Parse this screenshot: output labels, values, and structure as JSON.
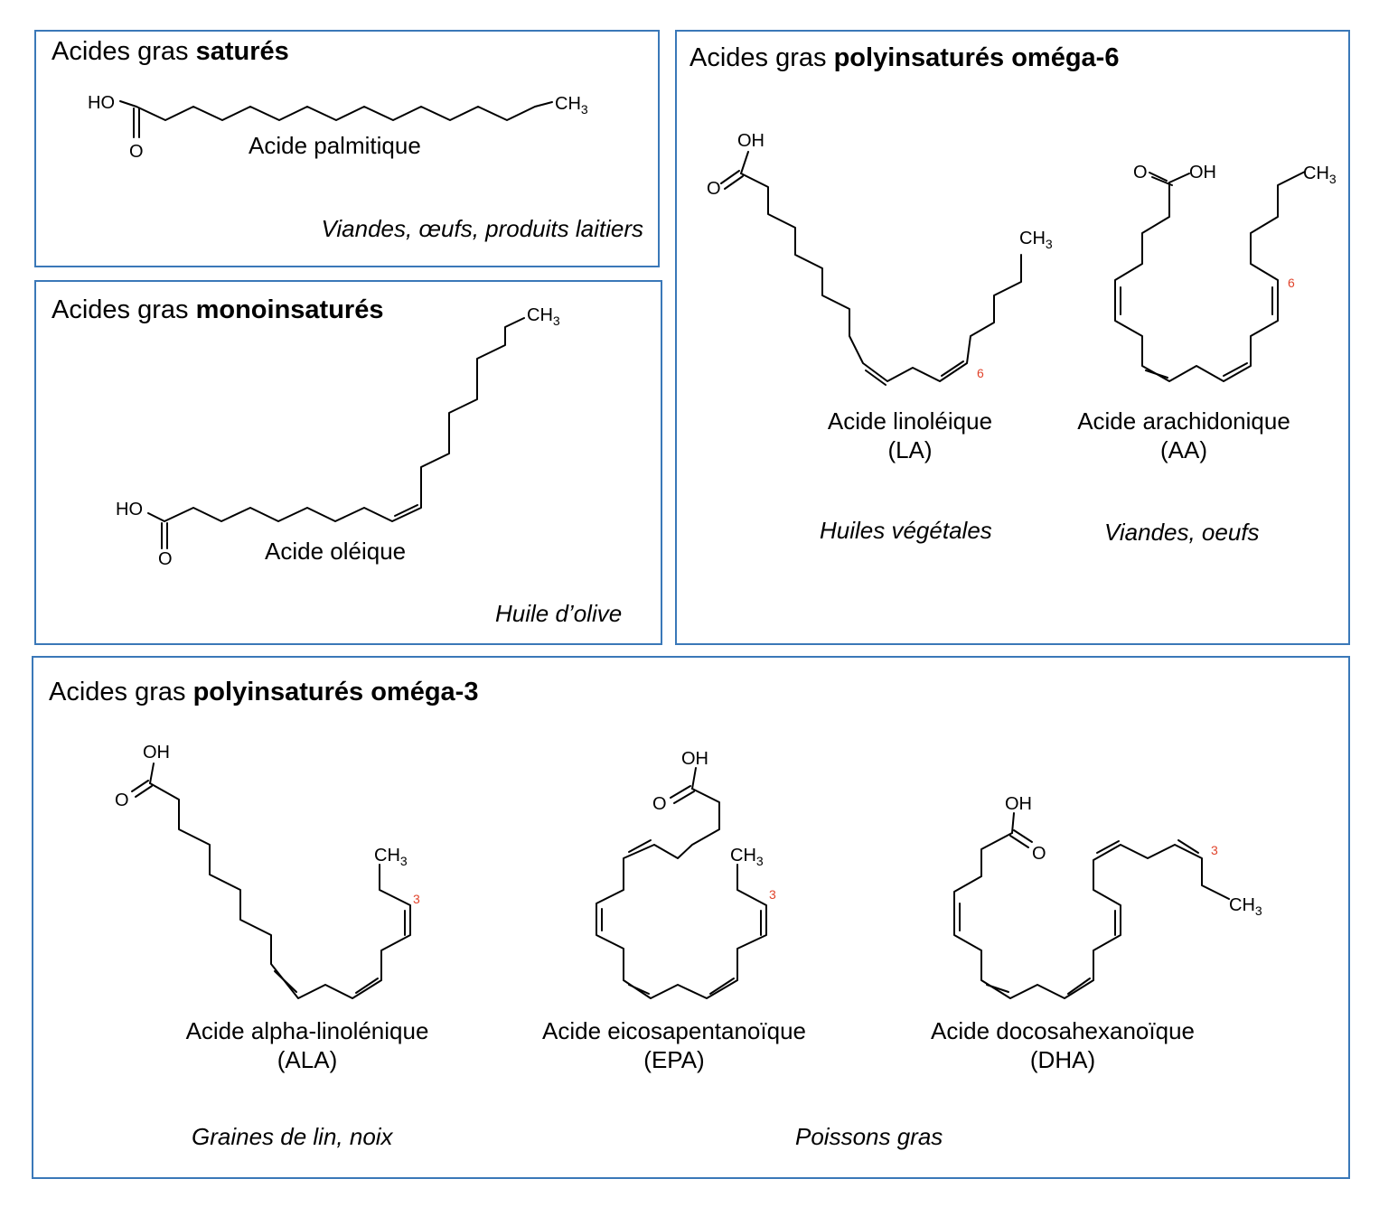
{
  "colors": {
    "panel_border": "#3a78b8",
    "omega_marker": "#e0442c"
  },
  "panels": {
    "saturated": {
      "title_prefix": "Acides gras ",
      "title_bold": "saturés",
      "molecule": {
        "name": "Acide palmitique"
      },
      "source": "Viandes, œufs, produits laitiers"
    },
    "monounsaturated": {
      "title_prefix": "Acides gras ",
      "title_bold": "monoinsaturés",
      "molecule": {
        "name": "Acide oléique"
      },
      "source": "Huile d’olive"
    },
    "omega6": {
      "title_prefix": "Acides gras ",
      "title_bold": "polyinsaturés oméga-6",
      "molecules": [
        {
          "name": "Acide linoléique",
          "abbr": "(LA)",
          "source": "Huiles végétales"
        },
        {
          "name": "Acide arachidonique",
          "abbr": "(AA)",
          "source": "Viandes, oeufs"
        }
      ],
      "omega_label": "6"
    },
    "omega3": {
      "title_prefix": "Acides gras ",
      "title_bold": "polyinsaturés oméga-3",
      "molecules": [
        {
          "name": "Acide alpha-linolénique",
          "abbr": "(ALA)"
        },
        {
          "name": "Acide eicosapentanoïque",
          "abbr": "(EPA)"
        },
        {
          "name": "Acide docosahexanoïque",
          "abbr": "(DHA)"
        }
      ],
      "sources": [
        "Graines de lin, noix",
        "Poissons gras"
      ],
      "omega_label": "3"
    }
  },
  "atom_labels": {
    "ho": "HO",
    "oh": "OH",
    "o": "O",
    "ch3": "CH3"
  }
}
